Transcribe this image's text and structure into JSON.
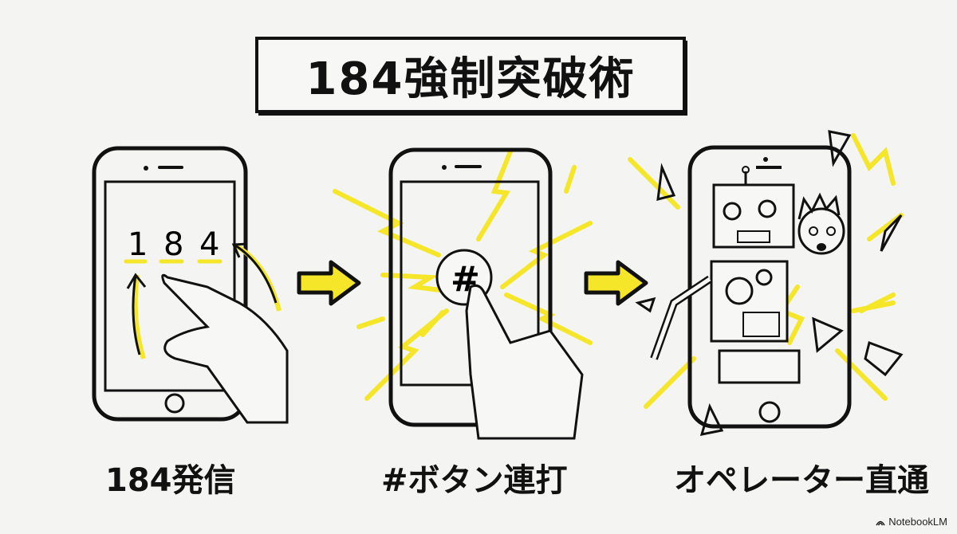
{
  "title": "184強制突破術",
  "steps": [
    {
      "label": "184発信",
      "screen_text": [
        "1",
        "8",
        "4"
      ]
    },
    {
      "label": "#ボタン連打",
      "button_symbol": "#"
    },
    {
      "label": "オペレーター直通"
    }
  ],
  "arrows": [
    "arrow-right",
    "arrow-right"
  ],
  "watermark": "NotebookLM",
  "colors": {
    "accent": "#f5e62a",
    "ink": "#111111",
    "background": "#f4f4f2"
  }
}
